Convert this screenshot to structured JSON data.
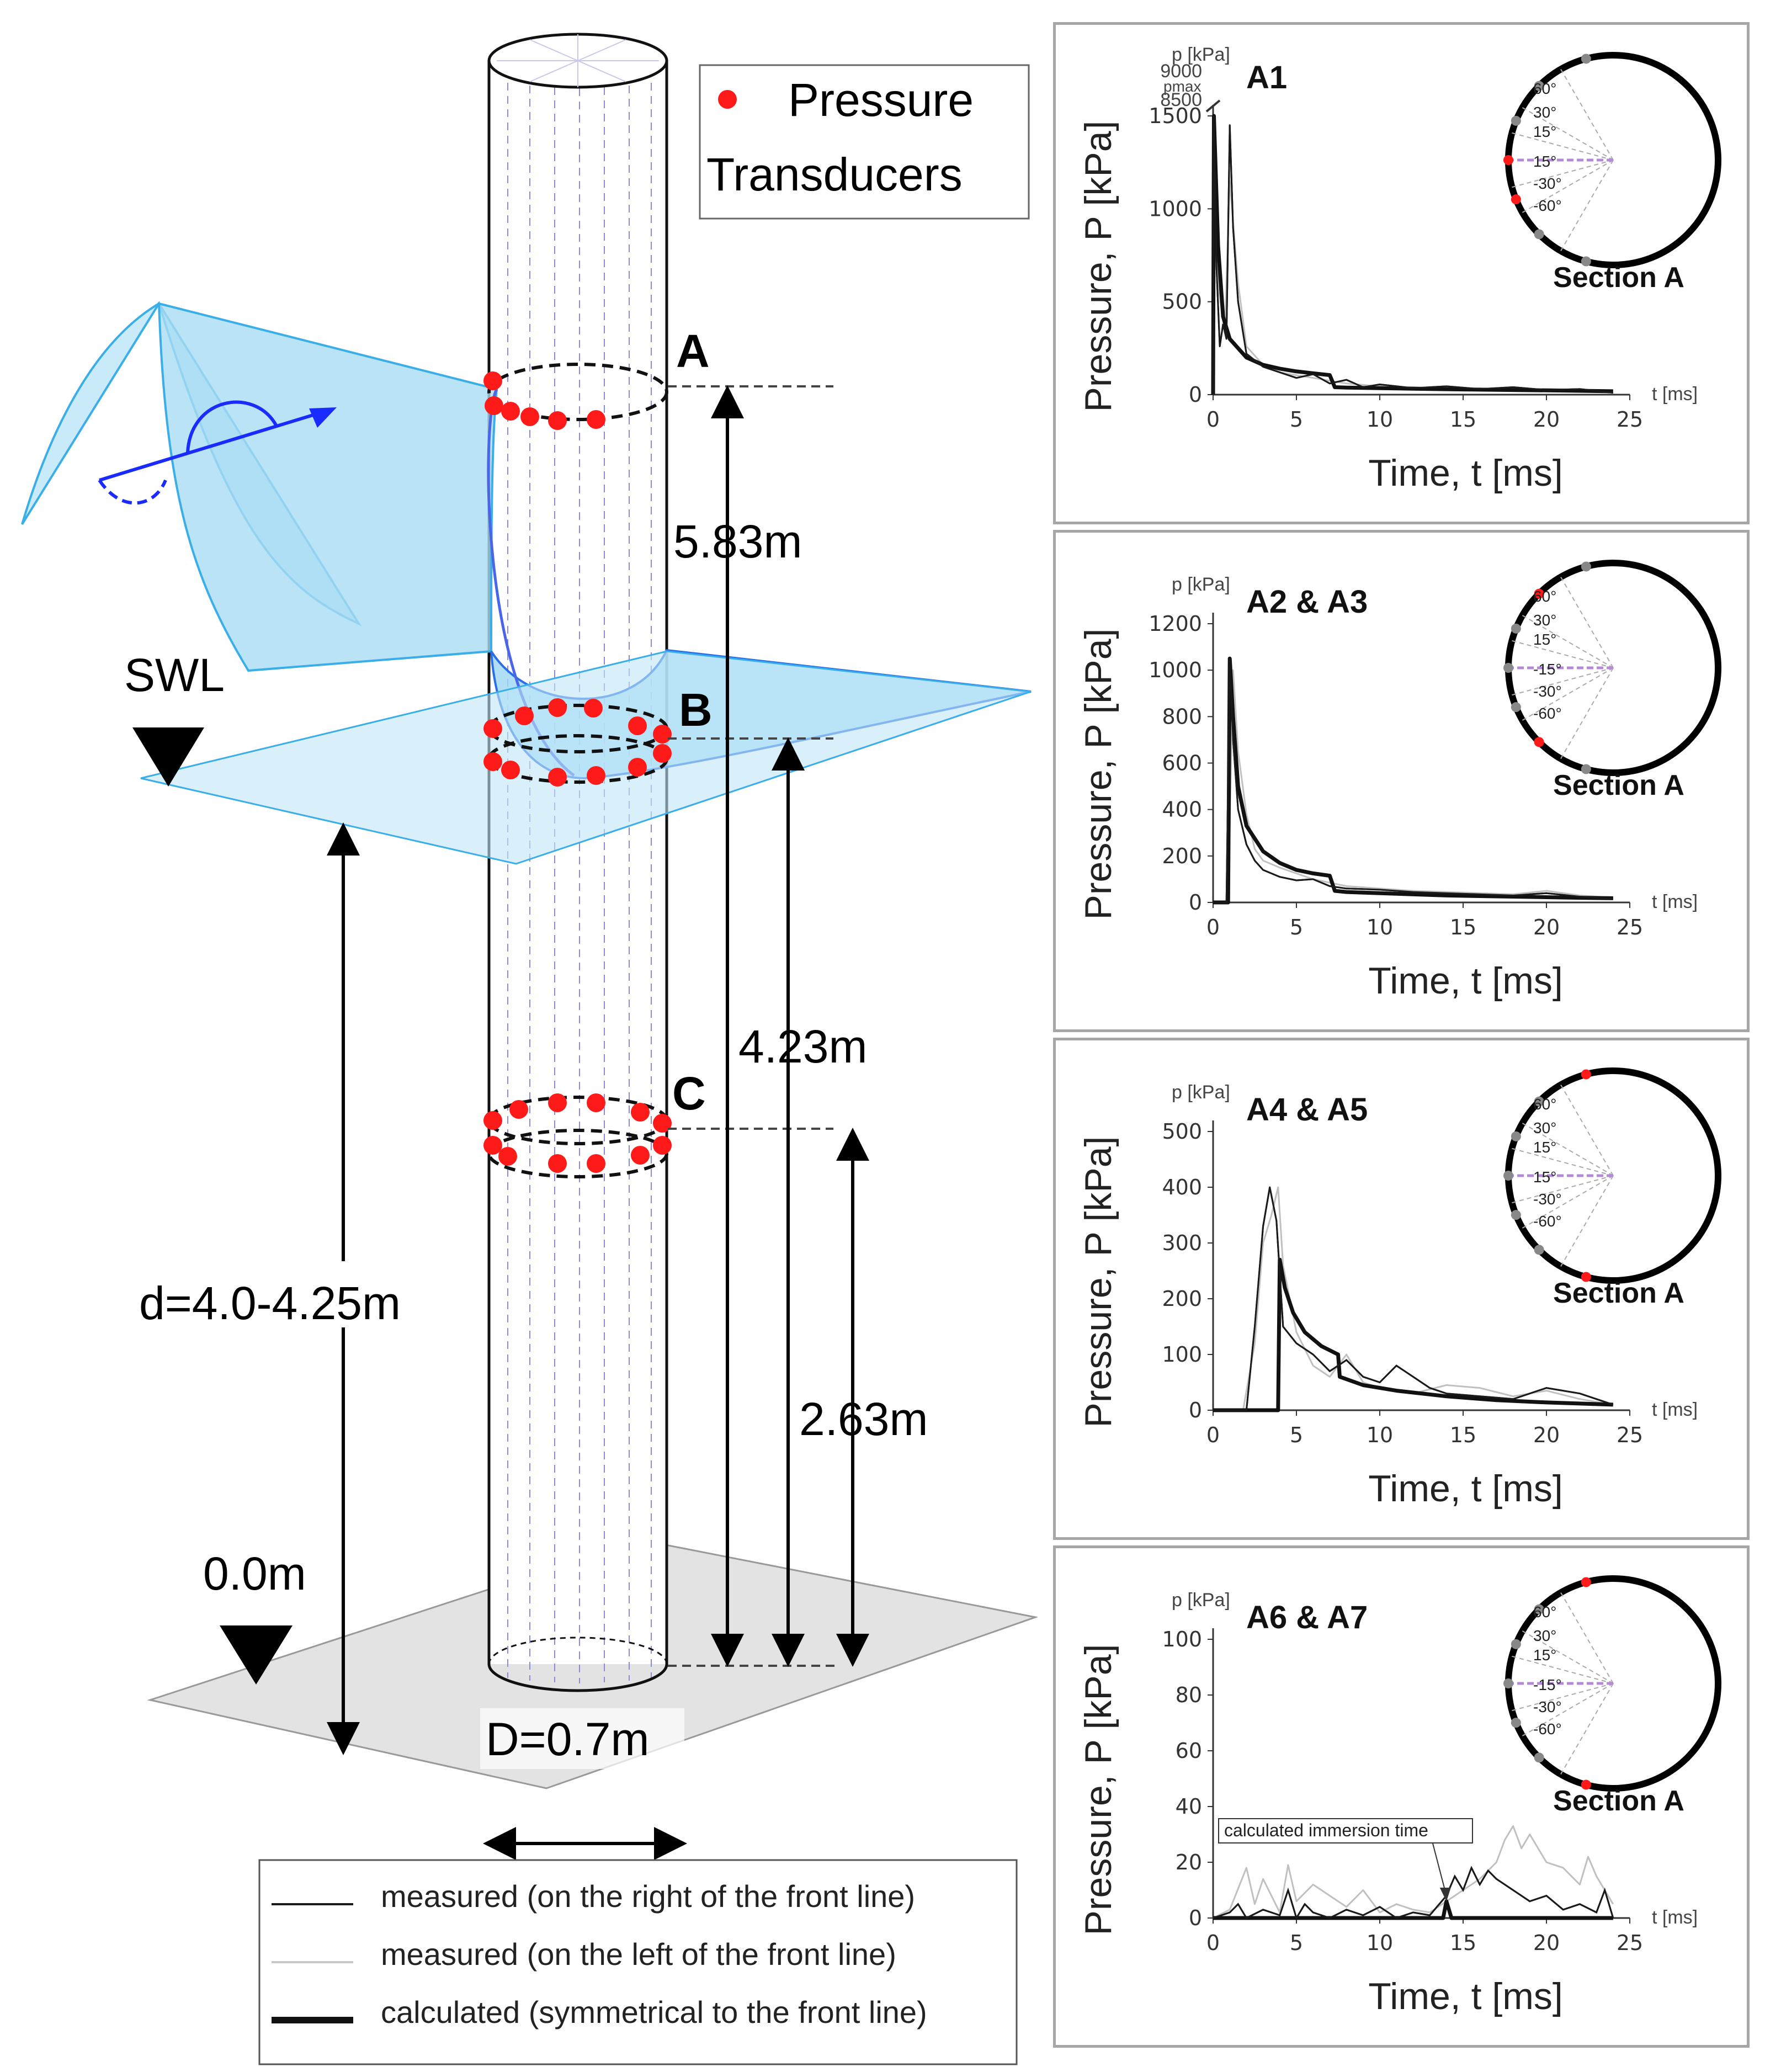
{
  "figure": {
    "legend_box": {
      "marker_label_1": "Pressure",
      "marker_label_2": "Transducers"
    },
    "section_labels": {
      "a": "A",
      "b": "B",
      "c": "C"
    },
    "swl_label": "SWL",
    "zero_label": "0.0m",
    "depth_label": "d=4.0-4.25m",
    "diameter_label": "D=0.7m",
    "heights": {
      "a": "5.83m",
      "b": "4.23m",
      "c": "2.63m"
    },
    "line_legend": [
      {
        "label": "measured (on the right of the front line)",
        "color": "#1a1a1a"
      },
      {
        "label": "measured (on the left of the front line)",
        "color": "#c8c8c8"
      },
      {
        "label": "calculated (symmetrical to the front line)",
        "color": "#111111"
      }
    ],
    "colors": {
      "transducer": "#ff1a1a",
      "wave_fill": "#bfe6f7",
      "wave_edge": "#3aaee8",
      "plate": "#d9d9d9",
      "arrow": "#1a2bff"
    }
  },
  "chart_data": [
    {
      "type": "line",
      "title": "A1",
      "xlabel": "Time, t [ms]",
      "ylabel": "Pressure, P [kPa]",
      "x_unit": "t [ms]",
      "y_unit": "p [kPa]",
      "xlim": [
        0,
        25
      ],
      "xticks": [
        "0",
        "5",
        "10",
        "15",
        "20",
        "25"
      ],
      "ylim": [
        0,
        1500
      ],
      "yticks": [
        "0",
        "500",
        "1000",
        "1500"
      ],
      "ybreak_ticks": [
        "9000",
        "8500"
      ],
      "pmax_label": "pmax",
      "section_label": "Section A",
      "angle_labels": [
        "60°",
        "30°",
        "15°",
        "15°",
        "-30°",
        "-60°"
      ],
      "active_sensors": [
        3
      ],
      "series": [
        {
          "style": "measured-right",
          "x": [
            0,
            0.05,
            0.2,
            0.4,
            0.6,
            0.8,
            1.0,
            1.2,
            1.5,
            2,
            3,
            4,
            5,
            6,
            7,
            8,
            9,
            10,
            12,
            14,
            16,
            18,
            20,
            22,
            24
          ],
          "y": [
            0,
            1500,
            700,
            260,
            380,
            300,
            1450,
            900,
            500,
            220,
            150,
            120,
            90,
            110,
            60,
            80,
            40,
            55,
            35,
            45,
            30,
            40,
            25,
            30,
            10
          ]
        },
        {
          "style": "measured-left",
          "x": [
            0,
            0.05,
            0.3,
            0.7,
            1.0,
            1.5,
            2,
            3,
            4,
            6,
            8,
            10,
            14,
            18,
            22,
            24
          ],
          "y": [
            0,
            1400,
            600,
            330,
            1150,
            600,
            260,
            160,
            120,
            90,
            60,
            45,
            35,
            28,
            22,
            10
          ]
        },
        {
          "style": "calculated",
          "x": [
            0,
            0.05,
            0.3,
            0.6,
            1,
            2,
            3,
            4,
            5,
            6,
            7,
            7.3,
            8,
            10,
            12,
            15,
            18,
            21,
            24
          ],
          "y": [
            0,
            1500,
            800,
            420,
            300,
            200,
            160,
            140,
            125,
            115,
            105,
            40,
            38,
            35,
            32,
            28,
            25,
            22,
            18
          ]
        }
      ]
    },
    {
      "type": "line",
      "title": "A2 & A3",
      "xlabel": "Time, t [ms]",
      "ylabel": "Pressure, P [kPa]",
      "x_unit": "t [ms]",
      "y_unit": "p [kPa]",
      "xlim": [
        0,
        25
      ],
      "xticks": [
        "0",
        "5",
        "10",
        "15",
        "20",
        "25"
      ],
      "ylim": [
        0,
        1200
      ],
      "yticks": [
        "0",
        "200",
        "400",
        "600",
        "800",
        "1000",
        "1200"
      ],
      "section_label": "Section A",
      "angle_labels": [
        "60°",
        "30°",
        "15°",
        "-15°",
        "-30°",
        "-60°"
      ],
      "active_sensors": [
        1,
        4
      ],
      "series": [
        {
          "style": "measured-right",
          "x": [
            0,
            0.8,
            1.0,
            1.2,
            1.5,
            2,
            2.5,
            3,
            4,
            5,
            6,
            7,
            8,
            10,
            12,
            14,
            16,
            18,
            20,
            22,
            24
          ],
          "y": [
            0,
            0,
            1050,
            700,
            400,
            250,
            180,
            140,
            110,
            95,
            100,
            70,
            60,
            55,
            45,
            40,
            35,
            30,
            40,
            25,
            15
          ]
        },
        {
          "style": "measured-left",
          "x": [
            0,
            0.9,
            1.2,
            1.5,
            2,
            2.5,
            3,
            4,
            6,
            8,
            10,
            12,
            14,
            16,
            18,
            20,
            22,
            24
          ],
          "y": [
            0,
            0,
            1000,
            650,
            380,
            230,
            180,
            150,
            100,
            70,
            60,
            50,
            45,
            40,
            35,
            50,
            30,
            20
          ]
        },
        {
          "style": "calculated",
          "x": [
            0,
            0.9,
            1.0,
            1.2,
            1.5,
            2,
            3,
            4,
            5,
            6,
            7,
            7.3,
            8,
            10,
            14,
            18,
            22,
            24
          ],
          "y": [
            0,
            0,
            1050,
            800,
            500,
            330,
            220,
            170,
            140,
            125,
            115,
            50,
            45,
            40,
            30,
            25,
            20,
            18
          ]
        }
      ]
    },
    {
      "type": "line",
      "title": "A4 & A5",
      "xlabel": "Time, t [ms]",
      "ylabel": "Pressure, P [kPa]",
      "x_unit": "t [ms]",
      "y_unit": "p [kPa]",
      "xlim": [
        0,
        25
      ],
      "xticks": [
        "0",
        "5",
        "10",
        "15",
        "20",
        "25"
      ],
      "ylim": [
        0,
        500
      ],
      "yticks": [
        "0",
        "100",
        "200",
        "300",
        "400",
        "500"
      ],
      "section_label": "Section A",
      "angle_labels": [
        "60°",
        "30°",
        "15°",
        "15°",
        "-30°",
        "-60°"
      ],
      "active_sensors": [
        0,
        5
      ],
      "series": [
        {
          "style": "measured-right",
          "x": [
            0,
            2,
            2.5,
            3,
            3.4,
            3.8,
            4.2,
            5,
            6,
            7,
            8,
            9,
            10,
            11,
            12,
            13,
            14,
            16,
            18,
            20,
            21,
            22,
            24
          ],
          "y": [
            0,
            0,
            150,
            330,
            400,
            340,
            150,
            120,
            100,
            70,
            90,
            60,
            50,
            80,
            60,
            40,
            30,
            25,
            20,
            40,
            35,
            30,
            10
          ]
        },
        {
          "style": "measured-left",
          "x": [
            0,
            1.8,
            2.5,
            3,
            3.5,
            3.9,
            4.2,
            5,
            6,
            7,
            8,
            9,
            10,
            12,
            14,
            16,
            18,
            20,
            22,
            24
          ],
          "y": [
            0,
            0,
            120,
            300,
            350,
            400,
            260,
            140,
            80,
            60,
            100,
            50,
            40,
            30,
            45,
            40,
            25,
            35,
            20,
            10
          ]
        },
        {
          "style": "calculated",
          "x": [
            0,
            3.9,
            4.0,
            4.3,
            4.8,
            5.5,
            6.5,
            7.5,
            7.6,
            9,
            11,
            14,
            17,
            20,
            24
          ],
          "y": [
            0,
            0,
            270,
            220,
            175,
            140,
            115,
            100,
            60,
            45,
            35,
            25,
            18,
            14,
            10
          ]
        }
      ]
    },
    {
      "type": "line",
      "title": "A6 & A7",
      "xlabel": "Time, t [ms]",
      "ylabel": "Pressure, P [kPa]",
      "x_unit": "t [ms]",
      "y_unit": "p [kPa]",
      "xlim": [
        0,
        25
      ],
      "xticks": [
        "0",
        "5",
        "10",
        "15",
        "20",
        "25"
      ],
      "ylim": [
        0,
        100
      ],
      "yticks": [
        "0",
        "20",
        "40",
        "60",
        "80",
        "100"
      ],
      "section_label": "Section A",
      "angle_labels": [
        "60°",
        "30°",
        "15°",
        "-15°",
        "-30°",
        "-60°"
      ],
      "active_sensors": [
        0,
        5
      ],
      "annotation": "calculated immersion time",
      "annotation_x": 14,
      "series": [
        {
          "style": "measured-right",
          "x": [
            0,
            1,
            1.5,
            2,
            3,
            4,
            4.5,
            5,
            5.5,
            6,
            7,
            8,
            9,
            10,
            11,
            12,
            13,
            14,
            14.5,
            15,
            15.5,
            16,
            16.5,
            17,
            18,
            19,
            20,
            21,
            22,
            23,
            23.5,
            24
          ],
          "y": [
            0,
            2,
            5,
            0,
            3,
            1,
            10,
            0,
            5,
            2,
            0,
            3,
            1,
            4,
            0,
            2,
            1,
            8,
            15,
            10,
            18,
            12,
            17,
            14,
            10,
            6,
            8,
            3,
            5,
            2,
            10,
            0
          ]
        },
        {
          "style": "measured-left",
          "x": [
            0,
            1,
            2,
            2.5,
            3,
            4,
            4.5,
            5,
            6,
            7,
            8,
            9,
            10,
            11,
            12,
            13,
            14,
            15,
            16,
            17,
            17.5,
            18,
            18.5,
            19,
            20,
            21,
            22,
            22.5,
            23,
            24
          ],
          "y": [
            0,
            3,
            18,
            5,
            14,
            2,
            19,
            6,
            12,
            8,
            4,
            10,
            2,
            5,
            3,
            2,
            6,
            10,
            14,
            20,
            28,
            33,
            25,
            30,
            20,
            18,
            12,
            22,
            15,
            5
          ]
        },
        {
          "style": "calculated",
          "x": [
            0,
            13.8,
            14,
            14.3,
            24
          ],
          "y": [
            0,
            0,
            6,
            0,
            0
          ]
        }
      ]
    }
  ]
}
